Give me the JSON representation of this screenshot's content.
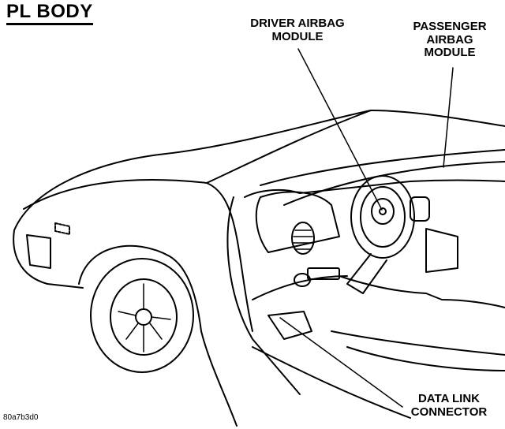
{
  "title": "PL BODY",
  "callouts": {
    "driver_airbag": "DRIVER AIRBAG\nMODULE",
    "passenger_airbag": "PASSENGER\nAIRBAG\nMODULE",
    "data_link": "DATA LINK\nCONNECTOR"
  },
  "figure_id": "80a7b3d0"
}
